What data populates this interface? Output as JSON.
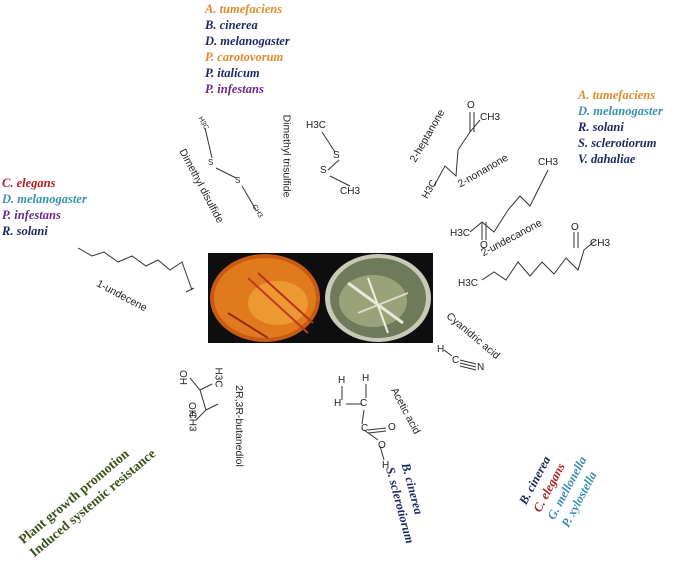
{
  "colors": {
    "orange": "#e08a2c",
    "navy": "#1b2a5c",
    "purple": "#6a2a8c",
    "teal": "#3a8fb0",
    "red": "#b01e1e",
    "green": "#3a5218"
  },
  "groups": {
    "top": [
      {
        "name": "A. tumefaciens",
        "color": "orange"
      },
      {
        "name": "B. cinerea",
        "color": "navy"
      },
      {
        "name": "D. melanogaster",
        "color": "navy"
      },
      {
        "name": "P. carotovorum",
        "color": "orange"
      },
      {
        "name": "P. italicum",
        "color": "navy"
      },
      {
        "name": "P. infestans",
        "color": "purple"
      }
    ],
    "right": [
      {
        "name": "A. tumefaciens",
        "color": "orange"
      },
      {
        "name": "D. melanogaster",
        "color": "teal"
      },
      {
        "name": "R. solani",
        "color": "navy"
      },
      {
        "name": "S. sclerotiorum",
        "color": "navy"
      },
      {
        "name": "V. dahaliae",
        "color": "navy"
      }
    ],
    "left": [
      {
        "name": "C. elegans",
        "color": "red"
      },
      {
        "name": "D. melanogaster",
        "color": "teal"
      },
      {
        "name": "P. infestans",
        "color": "purple"
      },
      {
        "name": "R. solani",
        "color": "navy"
      }
    ],
    "bottom_right": [
      {
        "name": "B. cinerea",
        "color": "navy"
      },
      {
        "name": "C. elegans",
        "color": "red"
      },
      {
        "name": "G. mellonella",
        "color": "teal"
      },
      {
        "name": "P. xylostella",
        "color": "teal"
      }
    ],
    "bottom_center": [
      {
        "name": "B. cinerea",
        "color": "navy"
      },
      {
        "name": "S. sclerotiorum",
        "color": "navy"
      }
    ]
  },
  "compounds": {
    "dimethyl_disulfide": "Dimethyl disulfide",
    "dimethyl_trisulfide": "Dimethyl trisulfide",
    "heptanone": "2-heptanone",
    "nonanone": "2-nonanone",
    "undecanone": "2-undecanone",
    "undecene": "1-undecene",
    "cyanidric_acid": "Cyanidric acid",
    "acetic_acid": "Acetic acid",
    "butanediol": "2R,3R-butanediol"
  },
  "effects": {
    "line1": "Plant growth  promotion",
    "line2": "Induced  systemic resistance"
  },
  "atoms": {
    "h3c": "H3C",
    "ch3": "CH3",
    "s": "S",
    "o": "O",
    "h": "H",
    "c": "C",
    "n": "N",
    "oh": "OH",
    "hcn_h": "H",
    "hcn_c": "C",
    "hcn_n": "N"
  }
}
